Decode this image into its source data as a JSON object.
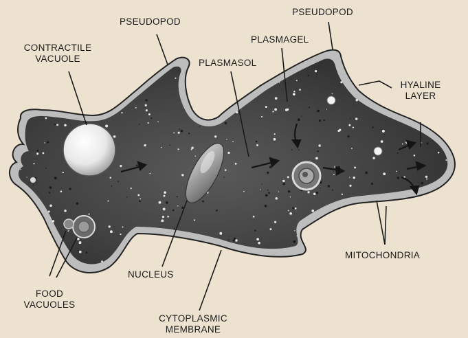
{
  "labels": {
    "pseudopod_left": "PSEUDOPOD",
    "pseudopod_right": "PSEUDOPOD",
    "contractile_vacuole": [
      "CONTRACTILE",
      "VACUOLE"
    ],
    "plasmagel": "PLASMAGEL",
    "plasmasol": "PLASMASOL",
    "hyaline_layer": [
      "HYALINE",
      "LAYER"
    ],
    "mitochondria": "MITOCHONDRIA",
    "nucleus": "NUCLEUS",
    "food_vacuoles": [
      "FOOD",
      "VACUOLES"
    ],
    "cytoplasmic_membrane": [
      "CYTOPLASMIC",
      "MEMBRANE"
    ]
  },
  "colors": {
    "paper": "#ece2cf",
    "body_dark": "#3a3a3a",
    "body_mid": "#6f6f6f",
    "membrane_light": "#bdbdbd",
    "ink": "#1a1a1a"
  }
}
